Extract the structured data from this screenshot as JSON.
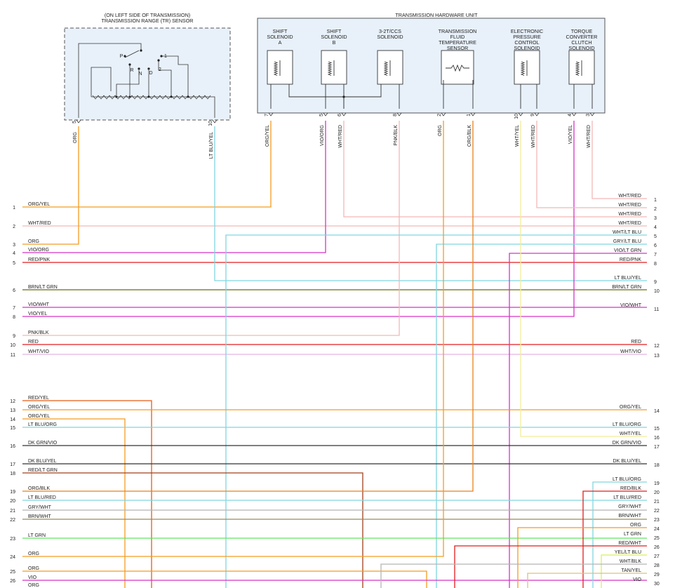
{
  "tr_sensor": {
    "title_line1": "(ON LEFT SIDE OF TRANSMISSION)",
    "title_line2": "TRANSMISSION RANGE (TR) SENSOR",
    "positions": [
      "P",
      "R",
      "N",
      "D",
      "2",
      "1"
    ],
    "pins": [
      {
        "num": "5",
        "color": "ORG"
      },
      {
        "num": "10",
        "color": "LT BLU/YEL"
      }
    ]
  },
  "thu": {
    "title": "TRANSMISSION HARDWARE UNIT",
    "components": [
      {
        "name": "SHIFT\nSOLENOID\nA"
      },
      {
        "name": "SHIFT\nSOLENOID\nB"
      },
      {
        "name": "3-2T/CCS\nSOLENOID"
      },
      {
        "name": "TRANSMISSION\nFLUID\nTEMPERATURE\nSENSOR"
      },
      {
        "name": "ELECTRONIC\nPRESSURE\nCONTROL\nSOLENOID"
      },
      {
        "name": "TORQUE\nCONVERTER\nCLUTCH\nSOLENOID"
      }
    ],
    "pins": [
      {
        "num": "7",
        "color": "ORG/YEL"
      },
      {
        "num": "5",
        "color": "VIO/ORG"
      },
      {
        "num": "6",
        "color": "WHT/RED"
      },
      {
        "num": "8",
        "color": "PNK/BLK"
      },
      {
        "num": "2",
        "color": "ORG"
      },
      {
        "num": "1",
        "color": "ORG/BLK"
      },
      {
        "num": "10",
        "color": "WHT/YEL"
      },
      {
        "num": "9",
        "color": "WHT/RED"
      },
      {
        "num": "4",
        "color": "VIO/YEL"
      },
      {
        "num": "3",
        "color": "WHT/RED"
      }
    ]
  },
  "left_rows": [
    {
      "n": "1",
      "label": "ORG/YEL"
    },
    {
      "n": "2",
      "label": "WHT/RED"
    },
    {
      "n": "3",
      "label": "ORG"
    },
    {
      "n": "4",
      "label": "VIO/ORG"
    },
    {
      "n": "5",
      "label": "RED/PNK"
    },
    {
      "n": "6",
      "label": "BRN/LT GRN"
    },
    {
      "n": "7",
      "label": "VIO/WHT"
    },
    {
      "n": "8",
      "label": "VIO/YEL"
    },
    {
      "n": "9",
      "label": "PNK/BLK"
    },
    {
      "n": "10",
      "label": "RED"
    },
    {
      "n": "11",
      "label": "WHT/VIO"
    },
    {
      "n": "12",
      "label": "RED/YEL"
    },
    {
      "n": "13",
      "label": "ORG/YEL"
    },
    {
      "n": "14",
      "label": "ORG/YEL"
    },
    {
      "n": "15",
      "label": "LT BLU/ORG"
    },
    {
      "n": "16",
      "label": "DK GRN/VIO"
    },
    {
      "n": "17",
      "label": "DK BLU/YEL"
    },
    {
      "n": "18",
      "label": "RED/LT GRN"
    },
    {
      "n": "19",
      "label": "ORG/BLK"
    },
    {
      "n": "20",
      "label": "LT BLU/RED"
    },
    {
      "n": "21",
      "label": "GRY/WHT"
    },
    {
      "n": "22",
      "label": "BRN/WHT"
    },
    {
      "n": "23",
      "label": "LT GRN"
    },
    {
      "n": "24",
      "label": "ORG"
    },
    {
      "n": "25",
      "label": "ORG"
    },
    {
      "n": "26",
      "label": "VIO"
    },
    {
      "n": "",
      "label": "ORG"
    }
  ],
  "right_rows": [
    {
      "n": "1",
      "label": "WHT/RED"
    },
    {
      "n": "2",
      "label": "WHT/RED"
    },
    {
      "n": "3",
      "label": "WHT/RED"
    },
    {
      "n": "4",
      "label": "WHT/RED"
    },
    {
      "n": "5",
      "label": "WHT/LT BLU"
    },
    {
      "n": "6",
      "label": "GRY/LT BLU"
    },
    {
      "n": "7",
      "label": "VIO/LT GRN"
    },
    {
      "n": "8",
      "label": "RED/PNK"
    },
    {
      "n": "9",
      "label": "LT BLU/YEL"
    },
    {
      "n": "10",
      "label": "BRN/LT GRN"
    },
    {
      "n": "11",
      "label": "VIO/WHT"
    },
    {
      "n": "12",
      "label": "RED"
    },
    {
      "n": "13",
      "label": "WHT/VIO"
    },
    {
      "n": "14",
      "label": "ORG/YEL"
    },
    {
      "n": "15",
      "label": "LT BLU/ORG"
    },
    {
      "n": "16",
      "label": "WHT/YEL"
    },
    {
      "n": "17",
      "label": "DK GRN/VIO"
    },
    {
      "n": "18",
      "label": "DK BLU/YEL"
    },
    {
      "n": "19",
      "label": "LT BLU/ORG"
    },
    {
      "n": "20",
      "label": "RED/BLK"
    },
    {
      "n": "21",
      "label": "LT BLU/RED"
    },
    {
      "n": "22",
      "label": "GRY/WHT"
    },
    {
      "n": "23",
      "label": "BRN/WHT"
    },
    {
      "n": "24",
      "label": "ORG"
    },
    {
      "n": "25",
      "label": "LT GRN"
    },
    {
      "n": "26",
      "label": "RED/WHT"
    },
    {
      "n": "27",
      "label": "YEL/LT BLU"
    },
    {
      "n": "28",
      "label": "WHT/BLK"
    },
    {
      "n": "29",
      "label": "TAN/YEL"
    },
    {
      "n": "30",
      "label": "VIO"
    }
  ],
  "colors": {
    "box_fill": "#e8f1fa",
    "org": "#f39c20",
    "wht_red": "#f4b6b6",
    "lt_blu": "#7fd6e0",
    "vio": "#d633c6",
    "red": "#e31c1c",
    "brn_grn": "#6b6b12",
    "dark": "#333333",
    "lt_grn": "#5fe35f",
    "red_yel": "#e85a14",
    "red_grn": "#a0401a",
    "gry": "#b5b5b5",
    "brn_wht": "#9a8a5a",
    "wht_yel": "#f2ee9a",
    "yel_blu": "#d8f05a",
    "wht_vio": "#e3b4e3",
    "dk_grn": "#2f4a2f",
    "dk_blu": "#1a2a4a",
    "org_blk": "#e8821c",
    "tan_yel": "#d8c27a",
    "wht_blk": "#cccccc",
    "red_wht": "#f07070"
  }
}
